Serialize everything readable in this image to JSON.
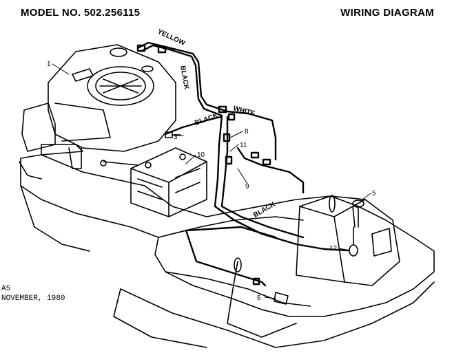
{
  "header": {
    "model": "MODEL NO. 502.256115",
    "title": "WIRING DIAGRAM"
  },
  "footer": {
    "code": "A5",
    "date": "NOVEMBER, 1980"
  },
  "wire_labels": {
    "yellow": "YELLOW",
    "black_top": "BLACK",
    "white": "WHITE",
    "black_mid": "BLACK",
    "black_low": "BLACK"
  },
  "callouts": {
    "c1": "1",
    "c3": "3",
    "c5": "5",
    "c6": "6",
    "c8": "8",
    "c9": "9",
    "c10": "10",
    "c11": "11",
    "c12": "12"
  }
}
